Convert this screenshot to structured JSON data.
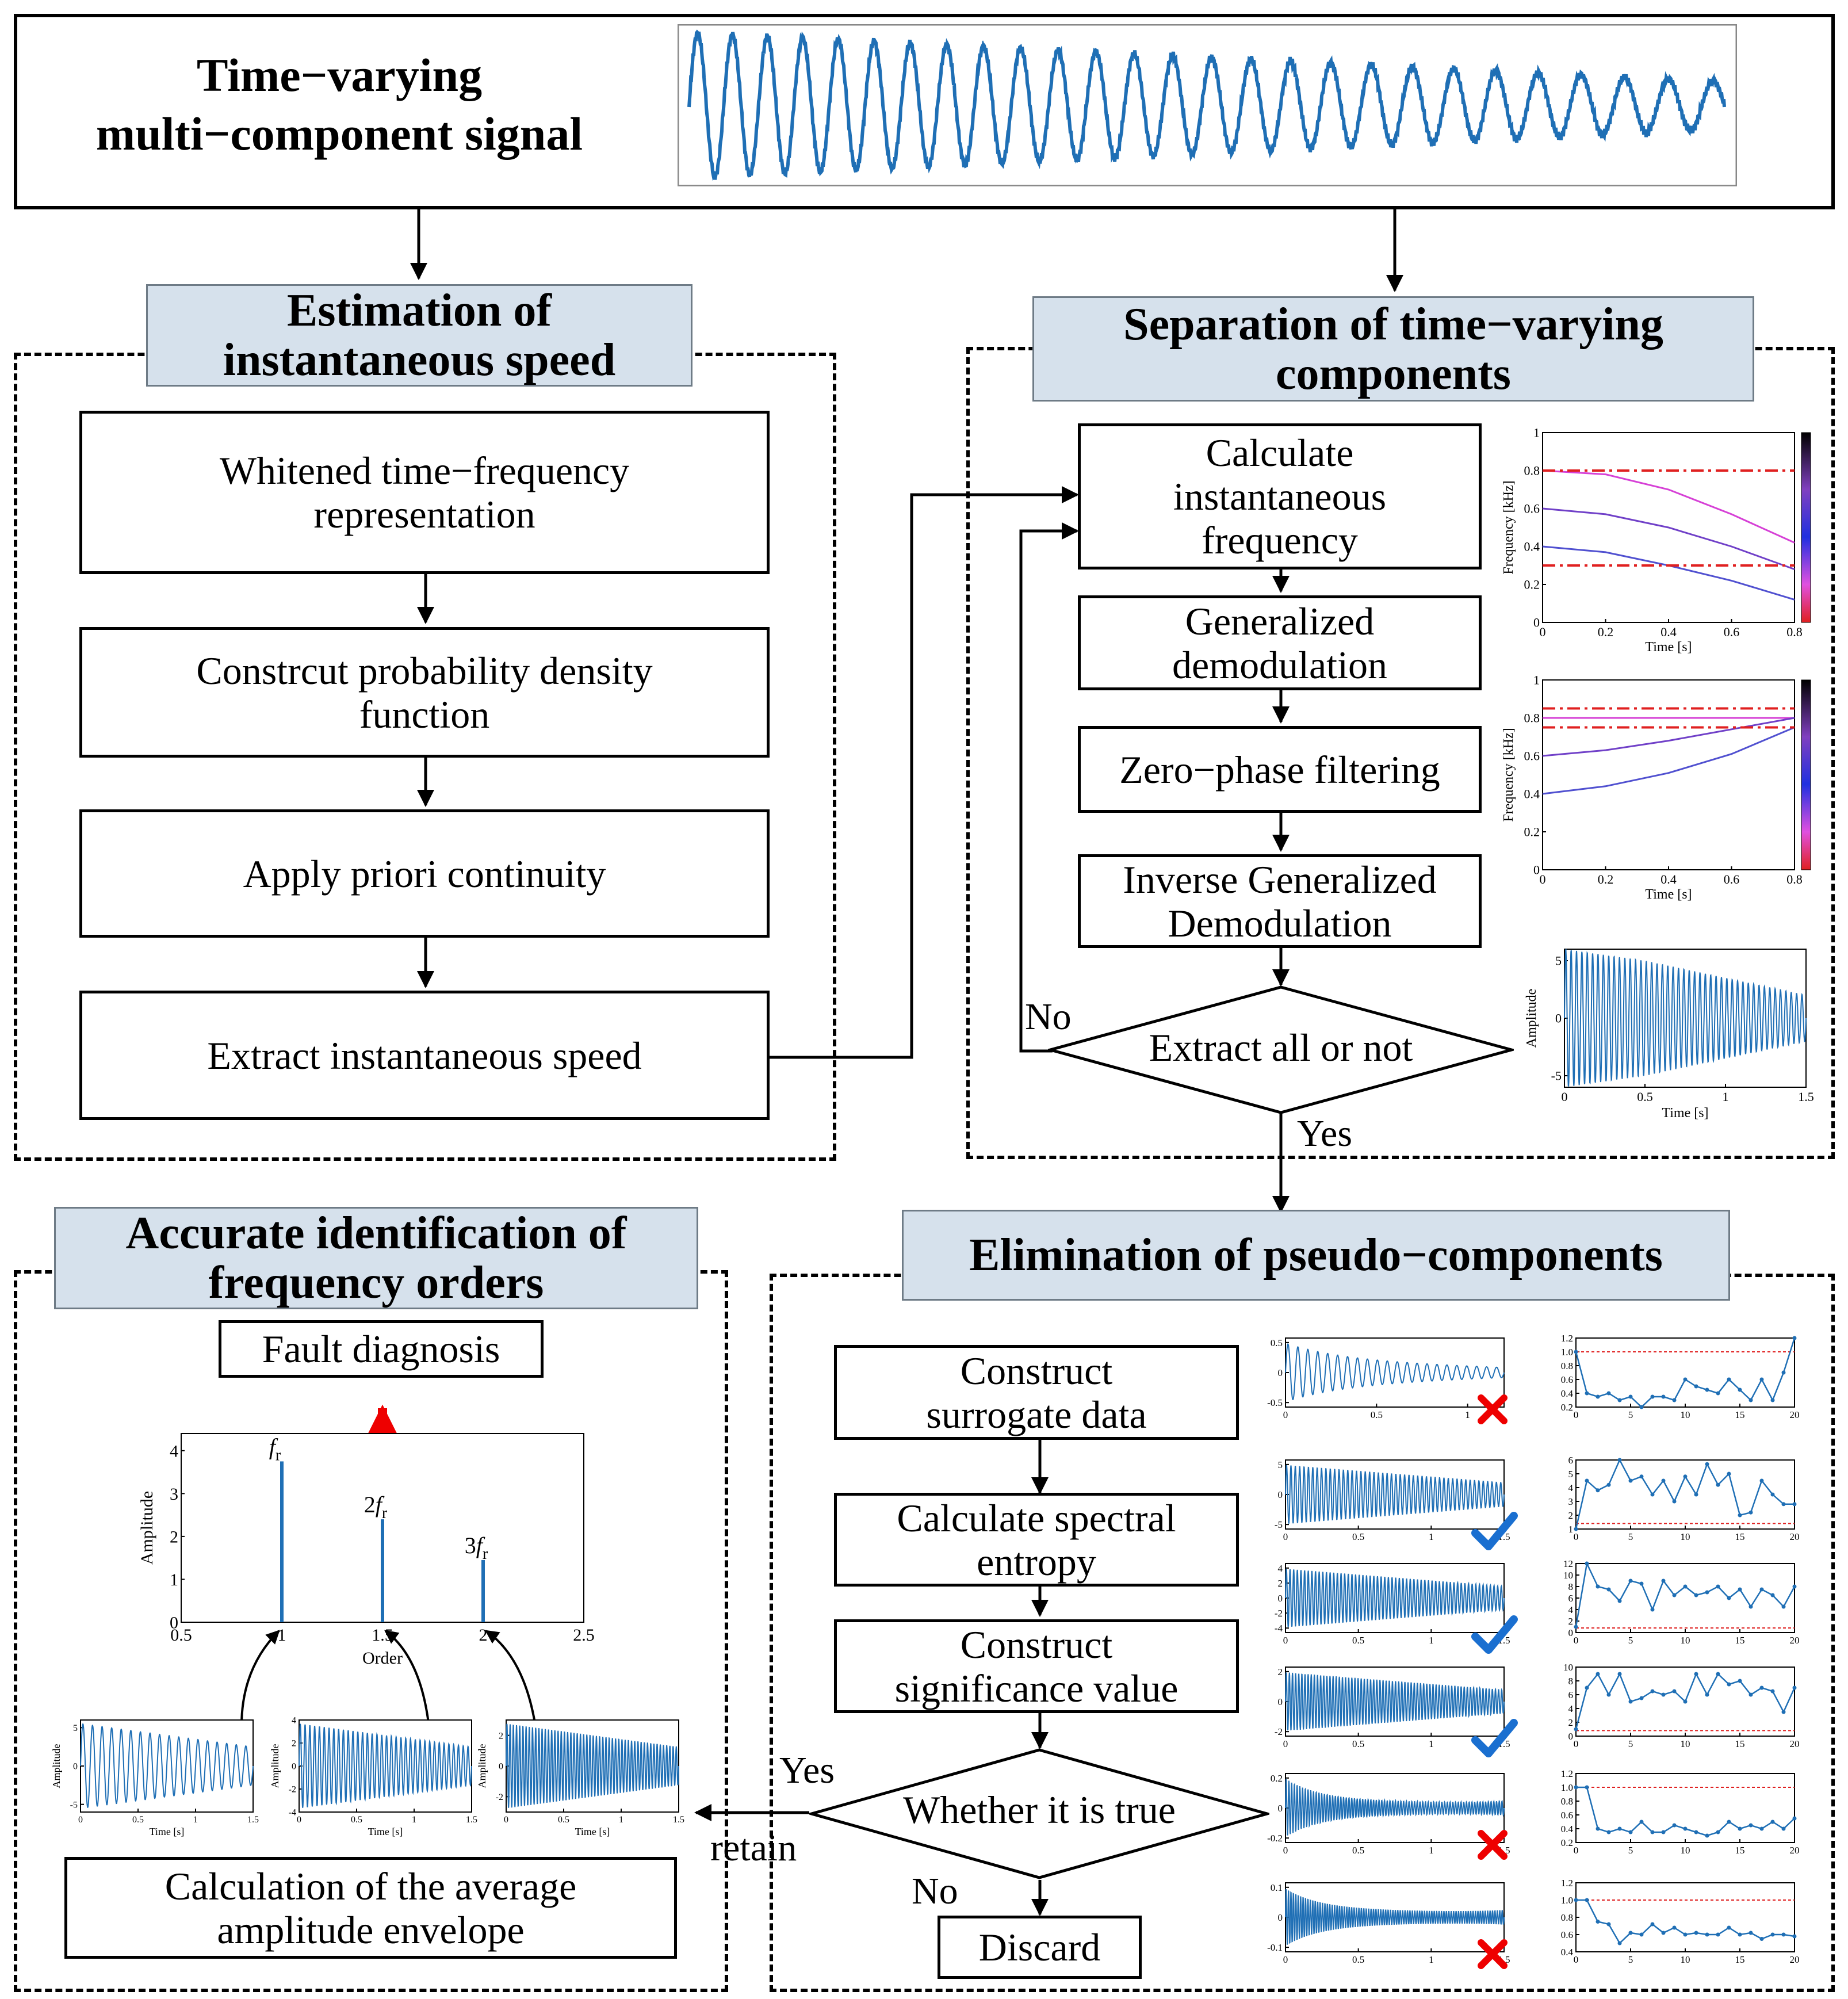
{
  "top": {
    "title_line1": "Time−varying",
    "title_line2": "multi−component signal"
  },
  "speed": {
    "header_line1": "Estimation of",
    "header_line2": "instantaneous  speed",
    "steps": [
      "Whitened time−frequency representation",
      "Constrcut probability density function",
      "Apply priori continuity",
      "Extract instantaneous  speed"
    ]
  },
  "separation": {
    "header_line1": "Separation of time−varying",
    "header_line2": "components",
    "steps": [
      "Calculate instantaneous frequency",
      "Generalized demodulation",
      "Zero−phase filtering",
      "Inverse Generalized Demodulation"
    ],
    "decision": "Extract all or not",
    "no_label": "No",
    "yes_label": "Yes"
  },
  "pseudo": {
    "header": "Elimination of pseudo−components",
    "steps": [
      "Construct surrogate data",
      "Calculate spectral entropy",
      "Construct significance value"
    ],
    "decision": "Whether it is true",
    "yes_label": "Yes",
    "no_label": "No",
    "retain_label": "retain",
    "discard": "Discard"
  },
  "orders": {
    "header_line1": "Accurate identification of",
    "header_line2": "frequency orders",
    "fault": "Fault diagnosis",
    "average": "Calculation of the average amplitude envelope"
  },
  "chart_data": [
    {
      "type": "line",
      "title": "",
      "xlabel": "Time [s]",
      "ylabel": "Frequency [kHz]",
      "x_ticks": [
        "0",
        "0.2",
        "0.4",
        "0.6",
        "0.8"
      ],
      "y_ticks": [
        "0",
        "0.2",
        "0.4",
        "0.6",
        "0.8",
        "1"
      ],
      "xlim": [
        0,
        0.8
      ],
      "ylim": [
        0,
        1
      ],
      "series": [
        {
          "x": [
            0,
            0.2,
            0.4,
            0.6,
            0.8
          ],
          "y": [
            0.8,
            0.78,
            0.7,
            0.57,
            0.42
          ]
        },
        {
          "x": [
            0,
            0.2,
            0.4,
            0.6,
            0.8
          ],
          "y": [
            0.6,
            0.57,
            0.5,
            0.4,
            0.28
          ]
        },
        {
          "x": [
            0,
            0.2,
            0.4,
            0.6,
            0.8
          ],
          "y": [
            0.4,
            0.37,
            0.3,
            0.22,
            0.12
          ]
        }
      ],
      "reference_lines": [
        0.8,
        0.3
      ]
    },
    {
      "type": "line",
      "title": "",
      "xlabel": "Time [s]",
      "ylabel": "Frequency [kHz]",
      "x_ticks": [
        "0",
        "0.2",
        "0.4",
        "0.6",
        "0.8"
      ],
      "y_ticks": [
        "0",
        "0.2",
        "0.4",
        "0.6",
        "0.8",
        "1"
      ],
      "xlim": [
        0,
        0.8
      ],
      "ylim": [
        0,
        1
      ],
      "series": [
        {
          "x": [
            0,
            0.2,
            0.4,
            0.6,
            0.8
          ],
          "y": [
            0.8,
            0.8,
            0.8,
            0.8,
            0.8
          ]
        },
        {
          "x": [
            0,
            0.2,
            0.4,
            0.6,
            0.8
          ],
          "y": [
            0.6,
            0.63,
            0.68,
            0.74,
            0.8
          ]
        },
        {
          "x": [
            0,
            0.2,
            0.4,
            0.6,
            0.8
          ],
          "y": [
            0.4,
            0.44,
            0.51,
            0.61,
            0.75
          ]
        }
      ],
      "reference_lines": [
        0.85,
        0.75
      ]
    },
    {
      "type": "line",
      "title": "",
      "xlabel": "Time [s]",
      "ylabel": "Amplitude",
      "x_ticks": [
        "0",
        "0.5",
        "1",
        "1.5"
      ],
      "y_ticks": [
        "-5",
        "0",
        "5"
      ],
      "xlim": [
        0,
        1.5
      ],
      "ylim": [
        -6,
        6
      ],
      "series": [
        {
          "x": [
            0,
            0.5,
            1,
            1.5
          ],
          "y_envelope": [
            6,
            5,
            3.5,
            2
          ]
        }
      ]
    },
    {
      "type": "bar",
      "title": "",
      "xlabel": "Order",
      "ylabel": "Amplitude",
      "x_ticks": [
        "0.5",
        "1",
        "1.5",
        "2",
        "2.5"
      ],
      "y_ticks": [
        "0",
        "1",
        "2",
        "3",
        "4"
      ],
      "xlim": [
        0.5,
        2.5
      ],
      "ylim": [
        0,
        4.4
      ],
      "x": [
        1,
        1.5,
        2
      ],
      "values": [
        3.75,
        2.4,
        1.45
      ],
      "data_labels": [
        "f_r",
        "2f_r",
        "3f_r"
      ]
    },
    {
      "type": "line",
      "title": "",
      "xlabel": "Time [s]",
      "ylabel": "Amplitude",
      "x_ticks": [
        "0",
        "0.5",
        "1",
        "1.5"
      ],
      "panels": [
        {
          "y_ticks": [
            "-5",
            "0",
            "5"
          ],
          "ylim": [
            -6,
            6
          ]
        },
        {
          "y_ticks": [
            "-4",
            "-2",
            "0",
            "2",
            "4"
          ],
          "ylim": [
            -4,
            4
          ]
        },
        {
          "y_ticks": [
            "-2",
            "0",
            "2"
          ],
          "ylim": [
            -3,
            3
          ]
        }
      ]
    },
    {
      "type": "line",
      "title": "",
      "xlabel": "",
      "ylabel": "",
      "panels": [
        {
          "status": "rejected",
          "y_ticks": [
            "-0.5",
            "0",
            "0.5"
          ],
          "x_ticks": [
            "0",
            "0.5",
            "1"
          ],
          "entropy_y_ticks": [
            "0.2",
            "0.4",
            "0.6",
            "0.8",
            "1.0",
            "1.2"
          ],
          "entropy_values": [
            1.0,
            0.4,
            0.35,
            0.4,
            0.3,
            0.35,
            0.2,
            0.35,
            0.35,
            0.3,
            0.6,
            0.5,
            0.45,
            0.4,
            0.6,
            0.45,
            0.3,
            0.6,
            0.3,
            0.7,
            1.2
          ]
        },
        {
          "status": "accepted",
          "y_ticks": [
            "-5",
            "0",
            "5"
          ],
          "x_ticks": [
            "0",
            "0.5",
            "1",
            "1.5"
          ],
          "entropy_y_ticks": [
            "1",
            "2",
            "3",
            "4",
            "5",
            "6"
          ],
          "entropy_values": [
            1,
            4.5,
            3.8,
            4.2,
            6,
            4.5,
            4.8,
            3.5,
            4.5,
            3,
            4.8,
            3.5,
            5.7,
            4.2,
            5,
            2,
            2.2,
            4.5,
            3.5,
            2.8,
            2.8
          ]
        },
        {
          "status": "accepted",
          "y_ticks": [
            "-4",
            "-2",
            "0",
            "2",
            "4"
          ],
          "x_ticks": [
            "0",
            "0.5",
            "1",
            "1.5"
          ],
          "entropy_y_ticks": [
            "0",
            "2",
            "4",
            "6",
            "8",
            "10",
            "12"
          ],
          "entropy_values": [
            1,
            12,
            8,
            7.5,
            5.5,
            9,
            8.5,
            4,
            9,
            6.5,
            8,
            6.5,
            7,
            8,
            6,
            7.5,
            4.5,
            7.5,
            6.5,
            4.5,
            8
          ]
        },
        {
          "status": "accepted",
          "y_ticks": [
            "-2",
            "0",
            "2"
          ],
          "x_ticks": [
            "0",
            "0.5",
            "1",
            "1.5"
          ],
          "entropy_y_ticks": [
            "0",
            "2",
            "4",
            "6",
            "8",
            "10"
          ],
          "entropy_values": [
            1,
            7,
            9,
            6,
            9,
            5,
            5.5,
            6.5,
            6,
            6.5,
            5,
            9,
            6,
            9,
            7.5,
            8,
            6,
            7,
            6.5,
            3.5,
            7
          ]
        },
        {
          "status": "rejected",
          "y_ticks": [
            "-0.2",
            "0",
            "0.2"
          ],
          "x_ticks": [
            "0",
            "0.5",
            "1",
            "1.5"
          ],
          "entropy_y_ticks": [
            "0.2",
            "0.4",
            "0.6",
            "0.8",
            "1.0",
            "1.2"
          ],
          "entropy_values": [
            1.0,
            1.0,
            0.4,
            0.35,
            0.4,
            0.35,
            0.5,
            0.35,
            0.35,
            0.45,
            0.4,
            0.35,
            0.3,
            0.35,
            0.5,
            0.4,
            0.45,
            0.4,
            0.5,
            0.4,
            0.55
          ]
        },
        {
          "status": "rejected",
          "y_ticks": [
            "-0.1",
            "0",
            "0.1"
          ],
          "x_ticks": [
            "0",
            "0.5",
            "1",
            "1.5"
          ],
          "entropy_y_ticks": [
            "0.4",
            "0.6",
            "0.8",
            "1.0",
            "1.2"
          ],
          "entropy_values": [
            1.0,
            1.0,
            0.75,
            0.72,
            0.5,
            0.62,
            0.6,
            0.72,
            0.62,
            0.68,
            0.6,
            0.62,
            0.6,
            0.6,
            0.68,
            0.6,
            0.62,
            0.55,
            0.6,
            0.6,
            0.58
          ]
        }
      ],
      "entropy_x_ticks": [
        "0",
        "5",
        "10",
        "15",
        "20"
      ]
    }
  ]
}
